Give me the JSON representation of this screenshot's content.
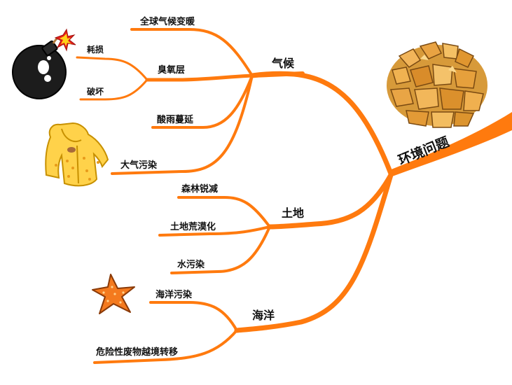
{
  "mindmap": {
    "central_topic": "环境问题",
    "branch_color": "#ff7a0e",
    "branches": [
      {
        "label": "气候",
        "children": [
          {
            "label": "全球气候变暖"
          },
          {
            "label": "臭氧层",
            "children": [
              {
                "label": "耗损"
              },
              {
                "label": "破坏"
              }
            ]
          },
          {
            "label": "酸雨蔓延"
          },
          {
            "label": "大气污染"
          }
        ]
      },
      {
        "label": "土地",
        "children": [
          {
            "label": "森林锐减"
          },
          {
            "label": "土地荒漠化"
          },
          {
            "label": "水污染"
          }
        ]
      },
      {
        "label": "海洋",
        "children": [
          {
            "label": "海洋污染"
          },
          {
            "label": "危险性废物越境转移"
          }
        ]
      }
    ],
    "illustrations": [
      "bomb-icon",
      "raincoat-icon",
      "rock-pile-icon",
      "starfish-icon"
    ]
  }
}
